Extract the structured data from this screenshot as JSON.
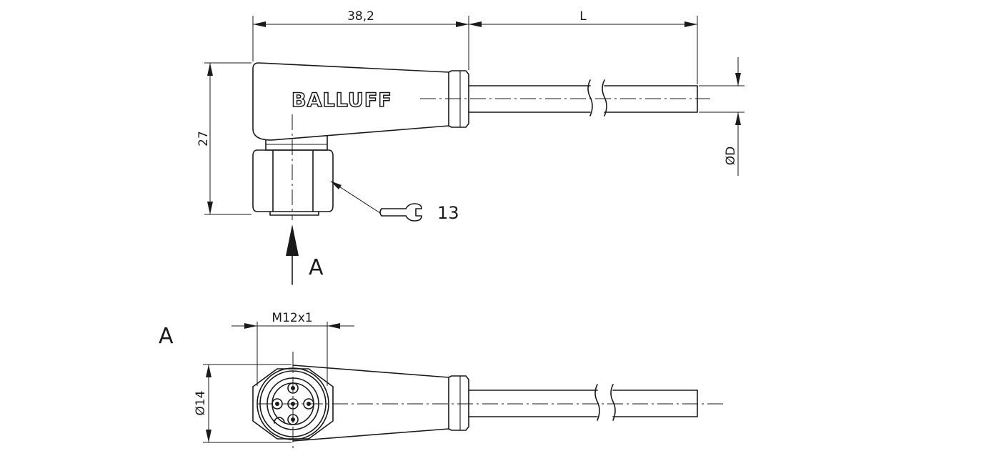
{
  "brand": {
    "logo_text": "BALLUFF"
  },
  "side_view": {
    "dim_length_body": "38,2",
    "dim_length_cable": "L",
    "dim_height": "27",
    "dim_cable_diameter": "ØD",
    "wrench_size": "13",
    "view_marker": "A"
  },
  "front_view": {
    "view_label": "A",
    "dim_thread": "M12x1",
    "dim_diameter": "Ø14"
  },
  "icons": [
    "wrench-icon",
    "view-arrow-icon"
  ]
}
